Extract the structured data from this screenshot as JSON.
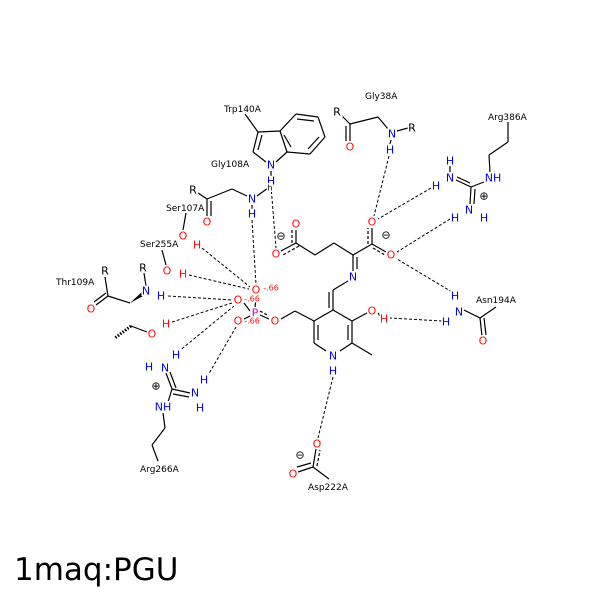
{
  "title": "1maq:PGU",
  "residues": [
    "Trp140A",
    "Gly38A",
    "Arg386A",
    "Gly108A",
    "Ser107A",
    "Ser255A",
    "Thr109A",
    "Asn194A",
    "Arg266A",
    "Asp222A"
  ],
  "atoms": [
    "P",
    "O",
    "O",
    "O",
    "O",
    "N",
    "H",
    "O",
    "H",
    "N",
    "O",
    "O",
    "O",
    "O",
    "N",
    "H",
    "N",
    "H",
    "R",
    "O",
    "N",
    "H",
    "R",
    "R",
    "O",
    "N",
    "H",
    "H",
    "N",
    "H",
    "H",
    "NH",
    "⊕",
    "N",
    "H",
    "H",
    "O",
    "O",
    "H",
    "O",
    "H",
    "R",
    "O",
    "N",
    "R",
    "H",
    "O",
    "H",
    "N",
    "H",
    "H",
    "N",
    "H",
    "H",
    "NH",
    "⊕",
    "O",
    "O",
    "⊖",
    "⊖",
    "⊖",
    "-.66",
    "-.66",
    "-.66",
    "h"
  ],
  "colors": {
    "oxygen": "#ff0d0d",
    "nitrogen": "#0000ff",
    "phosphorus": "#d000d0",
    "bond": "#000000",
    "hbond": "#000000"
  }
}
